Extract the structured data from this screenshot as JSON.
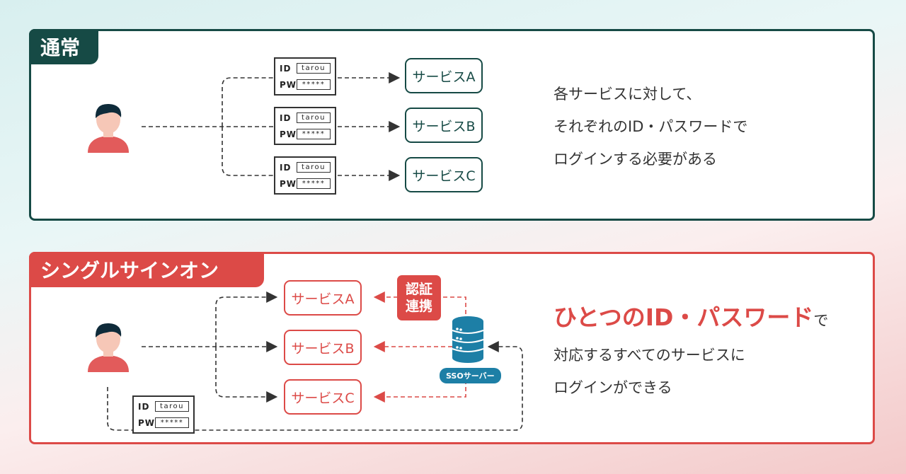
{
  "normal": {
    "tab_title": "通常",
    "services": [
      "サービスA",
      "サービスB",
      "サービスC"
    ],
    "credentials": {
      "id_label": "ID",
      "id_value": "tarou",
      "pw_label": "PW",
      "pw_value": "*****"
    },
    "description": [
      "各サービスに対して、",
      "それぞれのID・パスワードで",
      "ログインする必要がある"
    ]
  },
  "sso": {
    "tab_title": "シングルサインオン",
    "services": [
      "サービスA",
      "サービスB",
      "サービスC"
    ],
    "credentials": {
      "id_label": "ID",
      "id_value": "tarou",
      "pw_label": "PW",
      "pw_value": "*****"
    },
    "auth_badge": [
      "認証",
      "連携"
    ],
    "server_label": "SSOサーバー",
    "description_highlight": "ひとつのID・パスワード",
    "description_suffix": "で",
    "description": [
      "対応するすべてのサービスに",
      "ログインができる"
    ]
  },
  "colors": {
    "dark_green": "#164a45",
    "red": "#dc4a47",
    "server_blue": "#1d7fa6",
    "avatar_skin": "#f6c7b7",
    "avatar_shirt": "#e25b5b"
  },
  "icons": [
    "person-icon",
    "database-server-icon",
    "arrow-icon"
  ]
}
